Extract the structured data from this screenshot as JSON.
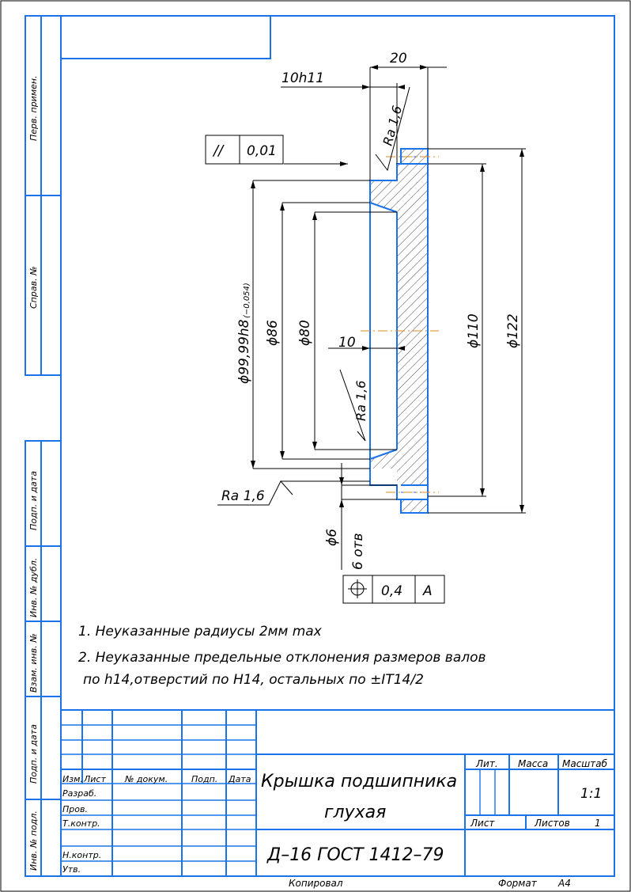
{
  "side_strip": {
    "perv_primen": "Перв. примен.",
    "sprav_no": "Справ. №",
    "podp_data_1": "Подп. и дата",
    "inv_dubl": "Инв. № дубл.",
    "vzam_inv": "Взам. инв. №",
    "podp_data_2": "Подп. и дата",
    "inv_podl": "Инв. № подл."
  },
  "dimensions": {
    "width_total": "20",
    "width_flange": "10h11",
    "ra_top": "Ra 1,6",
    "parallelism_symbol": "//",
    "parallelism_value": "0,01",
    "d_fit": "ϕ99,99h8",
    "d_fit_tol": "(−0,054)",
    "d86": "ϕ86",
    "d80": "ϕ80",
    "d110": "ϕ110",
    "d122": "ϕ122",
    "depth10": "10",
    "ra_mid": "Ra 1,6",
    "ra_bottom": "Ra 1,6",
    "hole_d": "ϕ6",
    "hole_count": "6 отв",
    "position_value": "0,4",
    "position_datum": "А"
  },
  "notes": [
    "1. Неуказанные радиусы 2мм max",
    "2. Неуказанные предельные отклонения размеров валов",
    "по h14,отверстий по H14, остальных по ±IT14/2"
  ],
  "title_block": {
    "col_izm": "Изм.",
    "col_list": "Лист",
    "col_docum": "№ докум.",
    "col_podp": "Подп.",
    "col_data": "Дата",
    "razrab": "Разраб.",
    "prov": "Пров.",
    "tkontr": "Т.контр.",
    "nkontr": "Н.контр.",
    "utv": "Утв.",
    "name_line1": "Крышка подшипника",
    "name_line2": "глухая",
    "designation": "Д–16 ГОСТ 1412–79",
    "lit": "Лит.",
    "massa": "Масса",
    "masshtab": "Масштаб",
    "scale": "1:1",
    "list": "Лист",
    "listov": "Листов",
    "listov_value": "1"
  },
  "footer": {
    "kopiroval": "Копировал",
    "format": "Формат",
    "format_value": "А4"
  }
}
